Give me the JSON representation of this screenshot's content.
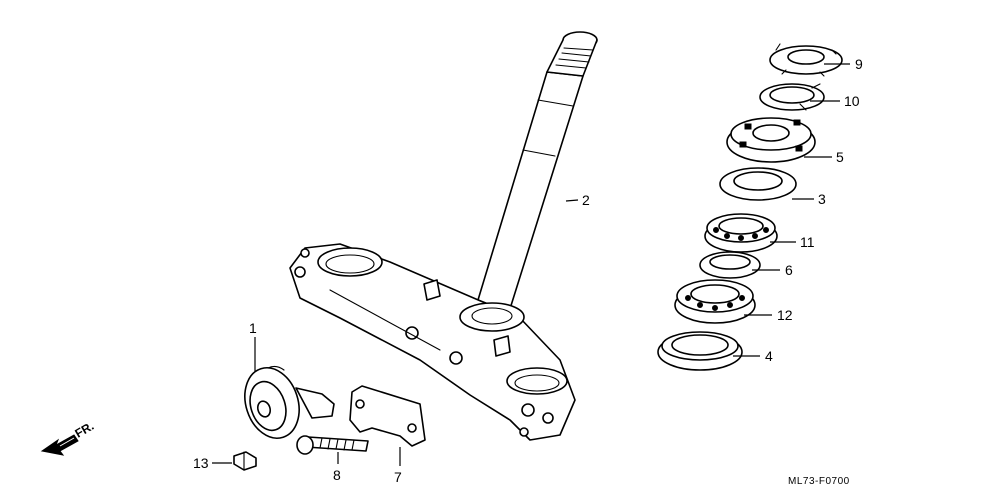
{
  "diagram_code": "ML73-F0700",
  "front_indicator": "FR.",
  "callouts": {
    "p1": "1",
    "p2": "2",
    "p3": "3",
    "p4": "4",
    "p5": "5",
    "p6": "6",
    "p7": "7",
    "p8": "8",
    "p9": "9",
    "p10": "10",
    "p11": "11",
    "p12": "12",
    "p13": "13"
  }
}
